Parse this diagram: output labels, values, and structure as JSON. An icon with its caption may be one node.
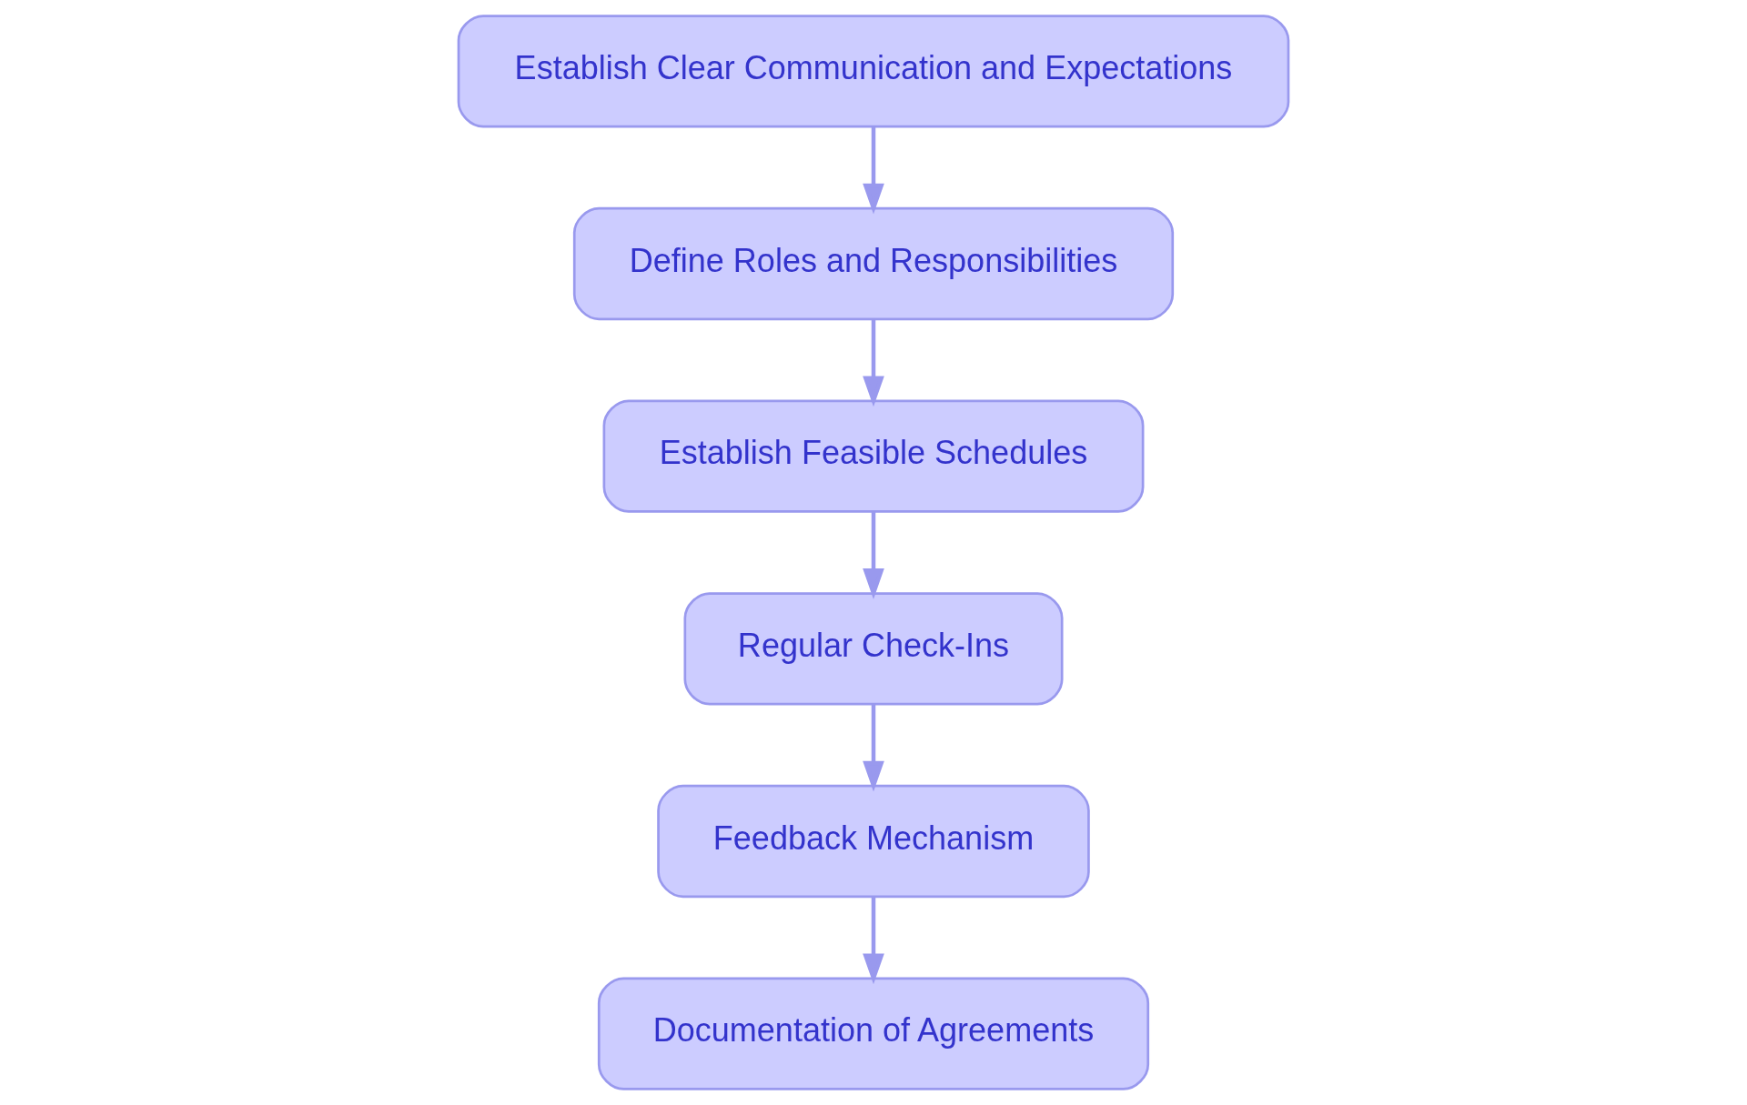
{
  "diagram": {
    "nodes": [
      {
        "text": [
          "Establish Clear Communication and Expectations"
        ]
      },
      {
        "text": [
          "Define Roles and Responsibilities"
        ]
      },
      {
        "text": [
          "Establish Feasible Schedules"
        ]
      },
      {
        "text": [
          "Regular Check-Ins"
        ]
      },
      {
        "text": [
          "Feedback Mechanism"
        ]
      },
      {
        "text": [
          "Documentation of Agreements"
        ]
      }
    ],
    "edges": [
      {
        "from": 0,
        "to": 1,
        "arrow": "to"
      },
      {
        "from": 1,
        "to": 2,
        "arrow": "to"
      },
      {
        "from": 2,
        "to": 3,
        "arrow": "to"
      },
      {
        "from": 3,
        "to": 4,
        "arrow": "to"
      },
      {
        "from": 4,
        "to": 5,
        "arrow": "to"
      }
    ]
  }
}
